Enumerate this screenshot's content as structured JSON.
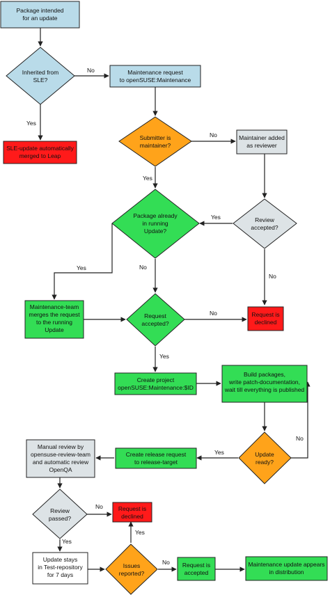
{
  "colors": {
    "blue": "#b9dbe9",
    "red": "#ff1a1a",
    "orange": "#ffa31a",
    "green": "#33dd55",
    "gray": "#dde3e6",
    "white": "#ffffff",
    "stroke": "#222222"
  },
  "nodes": {
    "package_intended": [
      "Package intended",
      "for an update"
    ],
    "inherited_from_sle": [
      "Inherited from",
      "SLE?"
    ],
    "maintenance_request": [
      "Maintenance request",
      "to openSUSE:Maintenance"
    ],
    "sle_update_merged": [
      "SLE-update automatically",
      "merged to Leap"
    ],
    "submitter_is_maintainer": [
      "Submitter is",
      "maintainer?"
    ],
    "maintainer_added": [
      "Maintainer added",
      "as reviewer"
    ],
    "package_already_running": [
      "Package already",
      "in running",
      "Update?"
    ],
    "review_accepted": [
      "Review",
      "accepted?"
    ],
    "maintenance_team_merges": [
      "Maintenance-team",
      "merges the request",
      "to the running",
      "Update"
    ],
    "request_accepted": [
      "Request",
      "accepted?"
    ],
    "request_declined_1": [
      "Request is",
      "declined"
    ],
    "create_project": [
      "Create project",
      "openSUSE:Maintenance:$ID"
    ],
    "build_packages": [
      "Build packages,",
      "write patch-documentation,",
      "wait till everything is published"
    ],
    "manual_review": [
      "Manual review by",
      "opensuse-review-team",
      "and automatic review",
      "OpenQA"
    ],
    "create_release_request": [
      "Create release request",
      "to release-target"
    ],
    "update_ready": [
      "Update",
      "ready?"
    ],
    "review_passed": [
      "Review",
      "passed?"
    ],
    "request_declined_2": [
      "Request is",
      "declined"
    ],
    "update_stays": [
      "Update stays",
      "in Test-repository",
      "for 7 days"
    ],
    "issues_reported": [
      "Issues",
      "reported?"
    ],
    "request_accepted_final": [
      "Request is",
      "accepted"
    ],
    "maintenance_update_appears": [
      "Maintenance update appears",
      "in distribution"
    ]
  },
  "edge_labels": {
    "sle_no": "No",
    "sle_yes": "Yes",
    "submitter_no": "No",
    "submitter_yes": "Yes",
    "review_yes": "Yes",
    "review_no": "No",
    "running_yes": "Yes",
    "running_no": "No",
    "request_no": "No",
    "request_yes": "Yes",
    "ready_yes": "Yes",
    "ready_no": "No",
    "passed_no": "No",
    "passed_yes": "Yes",
    "issues_yes": "Yes",
    "issues_no": "No"
  }
}
